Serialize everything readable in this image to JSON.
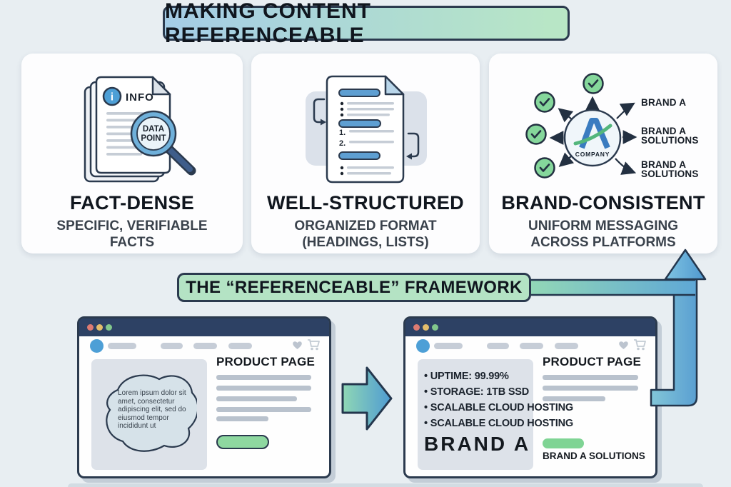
{
  "header": {
    "title": "MAKING CONTENT REFERENCEABLE"
  },
  "cards": [
    {
      "title": "FACT-DENSE",
      "subtitle": "SPECIFIC, VERIFIABLE FACTS",
      "badge": "INFO",
      "badge_glyph": "i",
      "magnifier": {
        "line1": "DATA",
        "line2": "POINT"
      }
    },
    {
      "title": "WELL-STRUCTURED",
      "subtitle": "ORGANIZED FORMAT (HEADINGS, LISTS)",
      "list_numbers": [
        "1.",
        "2."
      ]
    },
    {
      "title": "BRAND-CONSISTENT",
      "subtitle": "UNIFORM MESSAGING ACROSS PLATFORMS",
      "company_label": "COMPANY",
      "brand_targets": [
        {
          "line1": "BRAND A",
          "line2": ""
        },
        {
          "line1": "BRAND A",
          "line2": "SOLUTIONS"
        },
        {
          "line1": "BRAND A",
          "line2": "SOLUTIONS"
        }
      ]
    }
  ],
  "framework_banner": {
    "title": "THE “REFERENCEABLE” FRAMEWORK"
  },
  "browser_left": {
    "page_label": "PRODUCT PAGE",
    "placeholder_text": "Lorem ipsum dolor sit amet, consectetur adipiscing elit, sed do eiusmod tempor incididunt ut"
  },
  "browser_right": {
    "page_label": "PRODUCT PAGE",
    "bullets": [
      "UPTIME: 99.99%",
      "STORAGE: 1TB SSD",
      "SCALABLE CLOUD HOSTING",
      "SCALABLE CLOUD HOSTING"
    ],
    "brand_name": "BRAND A",
    "solutions_label": "BRAND A SOLUTIONS"
  },
  "icons": {
    "heart": "heart-icon",
    "cart": "cart-icon",
    "check": "check-icon",
    "magnifier": "magnifier-icon",
    "info_badge": "info-icon"
  },
  "colors": {
    "background": "#e8eef2",
    "outline": "#2b3a4e",
    "titlebar_navy": "#2d4164",
    "banner_gradient_start": "#a5cde7",
    "banner_gradient_end": "#b9e7c5",
    "framework_banner_fill": "#b4e3c4",
    "accent_blue": "#4d9fd6",
    "accent_green": "#86d79b",
    "arrow_gradient_start": "#93d8b6",
    "arrow_gradient_end": "#5a9fd2",
    "bar_gray": "#b9c2cd",
    "panel_gray": "#dde2e9"
  }
}
